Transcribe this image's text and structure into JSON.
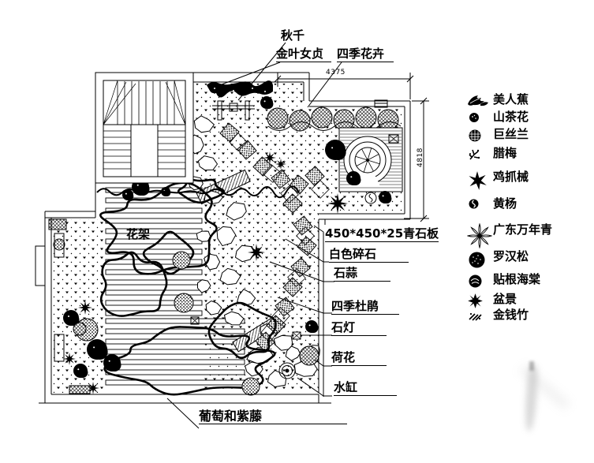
{
  "annotations": {
    "swing": "秋千",
    "golden_privet": "金叶女贞",
    "seasonal_flowers": "四季花卉",
    "pergola": "花架",
    "grape_and_wisteria": "葡萄和紫藤"
  },
  "dimensions": {
    "top_width": "4375",
    "right_height": "4818"
  },
  "callouts": [
    "450*450*25青石板",
    "白色碎石",
    "石蒜",
    "四季杜鹃",
    "石灯",
    "荷花",
    "水缸"
  ],
  "legend": {
    "items": [
      {
        "icon": "canna-icon",
        "label": "美人蕉"
      },
      {
        "icon": "camellia-icon",
        "label": "山茶花"
      },
      {
        "icon": "yucca-icon",
        "label": "巨丝兰"
      },
      {
        "icon": "wintersweet-icon",
        "label": "腊梅"
      },
      {
        "icon": "maple-icon",
        "label": "鸡抓械"
      },
      {
        "icon": "boxwood-icon",
        "label": "黄杨"
      },
      {
        "icon": "evergreen-icon",
        "label": "广东万年青"
      },
      {
        "icon": "podocarpus-icon",
        "label": "罗汉松"
      },
      {
        "icon": "begonia-icon",
        "label": "贴根海棠"
      },
      {
        "icon": "bonsai-icon",
        "label": "盆景"
      },
      {
        "icon": "bamboo-icon",
        "label": "金钱竹"
      }
    ]
  },
  "colors": {
    "line": "#000000",
    "paper": "#ffffff",
    "watermark": "#9a9a9a"
  }
}
